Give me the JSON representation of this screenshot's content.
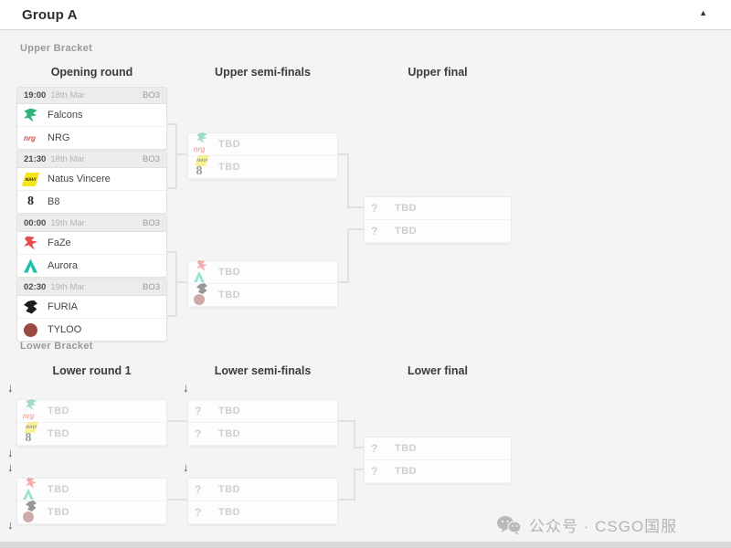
{
  "header": {
    "title": "Group A",
    "collapse_icon": "▲"
  },
  "drop_arrow": "↓",
  "watermark": {
    "text": "公众号 · CSGO国服",
    "icon": "wechat-icon"
  },
  "colors": {
    "page_bg": "#f4f4f4",
    "card_bg": "#ffffff",
    "card_header_bg": "#ececec",
    "connector": "#e1e1e1",
    "tbd_text": "#cbcbcb",
    "watermark_text": "#b5b5b5"
  },
  "icons": {
    "falcons": {
      "shape": "falcon",
      "color": "#2fb37b"
    },
    "nrg": {
      "shape": "nrg",
      "color": "#e2453f",
      "glyph": "nrg",
      "text": true
    },
    "navi": {
      "shape": "navi",
      "color": "#f6e41d",
      "glyph": "NAVI",
      "fg": "#1a1a1a"
    },
    "b8": {
      "shape": "b8",
      "color": "#262626",
      "glyph": "8",
      "text": true
    },
    "faze": {
      "shape": "faze",
      "color": "#e54a50"
    },
    "aurora": {
      "shape": "aurora",
      "color": "#1fc1a4"
    },
    "furia": {
      "shape": "furia",
      "color": "#1d1d1d"
    },
    "tyloo": {
      "shape": "tyloo",
      "color": "#9a4a40"
    },
    "question": {
      "shape": "q",
      "color": "#cccccc",
      "glyph": "?",
      "text": true
    }
  },
  "upper": {
    "label": "Upper Bracket",
    "columns": [
      "Opening round",
      "Upper semi-finals",
      "Upper final"
    ],
    "matches": [
      {
        "time": "19:00",
        "date": "18th Mar",
        "format": "BO3",
        "teams": [
          {
            "name": "Falcons",
            "icon": "falcons"
          },
          {
            "name": "NRG",
            "icon": "nrg"
          }
        ]
      },
      {
        "time": "21:30",
        "date": "18th Mar",
        "format": "BO3",
        "teams": [
          {
            "name": "Natus Vincere",
            "icon": "navi"
          },
          {
            "name": "B8",
            "icon": "b8"
          }
        ]
      },
      {
        "time": "00:00",
        "date": "19th Mar",
        "format": "BO3",
        "teams": [
          {
            "name": "FaZe",
            "icon": "faze"
          },
          {
            "name": "Aurora",
            "icon": "aurora"
          }
        ]
      },
      {
        "time": "02:30",
        "date": "19th Mar",
        "format": "BO3",
        "teams": [
          {
            "name": "FURIA",
            "icon": "furia"
          },
          {
            "name": "TYLOO",
            "icon": "tyloo"
          }
        ]
      }
    ],
    "semi_finals": [
      {
        "slots": [
          {
            "label": "TBD",
            "icons": [
              "falcons",
              "nrg"
            ]
          },
          {
            "label": "TBD",
            "icons": [
              "navi",
              "b8"
            ]
          }
        ]
      },
      {
        "slots": [
          {
            "label": "TBD",
            "icons": [
              "faze",
              "aurora"
            ]
          },
          {
            "label": "TBD",
            "icons": [
              "furia",
              "tyloo"
            ]
          }
        ]
      }
    ],
    "final": {
      "slots": [
        {
          "label": "TBD",
          "icons": [
            "question"
          ]
        },
        {
          "label": "TBD",
          "icons": [
            "question"
          ]
        }
      ]
    }
  },
  "lower": {
    "label": "Lower Bracket",
    "columns": [
      "Lower round 1",
      "Lower semi-finals",
      "Lower final"
    ],
    "round1": [
      {
        "slots": [
          {
            "label": "TBD",
            "icons": [
              "falcons",
              "nrg"
            ]
          },
          {
            "label": "TBD",
            "icons": [
              "navi",
              "b8"
            ]
          }
        ]
      },
      {
        "slots": [
          {
            "label": "TBD",
            "icons": [
              "faze",
              "aurora"
            ]
          },
          {
            "label": "TBD",
            "icons": [
              "furia",
              "tyloo"
            ]
          }
        ]
      }
    ],
    "semi_finals": [
      {
        "slots": [
          {
            "label": "TBD",
            "icons": [
              "question"
            ]
          },
          {
            "label": "TBD",
            "icons": [
              "question"
            ]
          }
        ]
      },
      {
        "slots": [
          {
            "label": "TBD",
            "icons": [
              "question"
            ]
          },
          {
            "label": "TBD",
            "icons": [
              "question"
            ]
          }
        ]
      }
    ],
    "final": {
      "slots": [
        {
          "label": "TBD",
          "icons": [
            "question"
          ]
        },
        {
          "label": "TBD",
          "icons": [
            "question"
          ]
        }
      ]
    }
  }
}
